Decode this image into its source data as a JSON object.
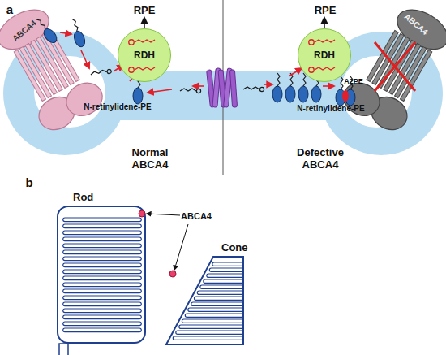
{
  "diagram": {
    "nodes": [
      {
        "text": [
          "RDH"
        ]
      },
      {
        "text": [
          "RDH"
        ]
      },
      {
        "text": [
          "Rod"
        ]
      },
      {
        "text": [
          "Cone"
        ]
      }
    ],
    "labels": [
      "a",
      "ABCA4",
      "RPE",
      "RPE",
      "N-retinylidene-PE",
      "N-retinylidene-PE",
      "A2PE",
      "ABCA4",
      "Normal ABCA4",
      "Defective ABCA4",
      "b",
      "ABCA4"
    ]
  }
}
